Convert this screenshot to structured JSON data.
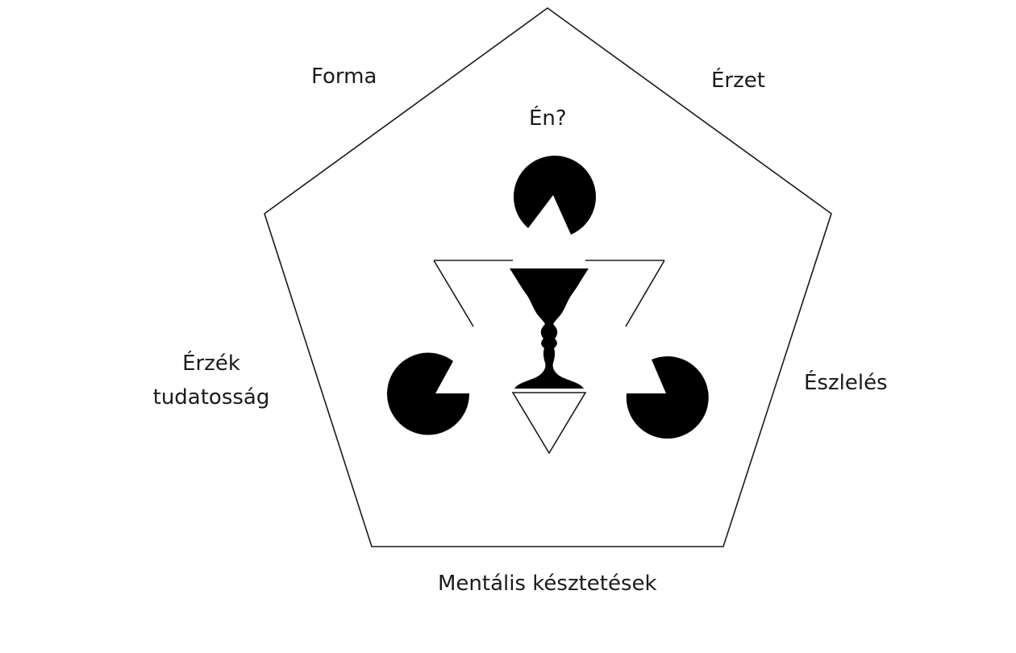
{
  "labels": {
    "form": "Forma",
    "sensation": "Érzet",
    "self": "Én?",
    "consciousness_line1": "Érzék",
    "consciousness_line2": "tudatosság",
    "perception": "Észlelés",
    "mental_formations": "Mentális késztetések"
  },
  "colors": {
    "stroke": "#1a1a1a",
    "fill": "#000000",
    "background": "#ffffff"
  }
}
